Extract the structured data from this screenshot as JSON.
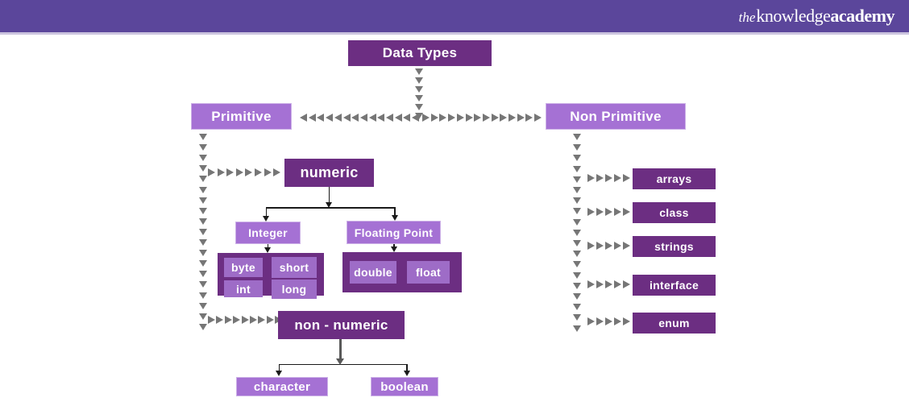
{
  "header": {
    "logo": {
      "the": "the",
      "knowledge": "knowledge",
      "academy": "academy"
    }
  },
  "colors": {
    "header_bg": "#5B469B",
    "header_border": "#CBC4DE",
    "box_dark": "#6C2E82",
    "box_light": "#A571D4",
    "box_inner": "#9E6CC7",
    "arrow_gray": "#767676",
    "connector_black": "#1A1A1A",
    "connector_gray": "#595959",
    "text": "#FFFFFF",
    "canvas": "#FFFFFF"
  },
  "nodes": {
    "data_types": "Data Types",
    "primitive": "Primitive",
    "non_primitive": "Non Primitive",
    "numeric": "numeric",
    "integer": "Integer",
    "floating_point": "Floating Point",
    "byte": "byte",
    "short": "short",
    "int": "int",
    "long": "long",
    "double": "double",
    "float": "float",
    "non_numeric": "non - numeric",
    "character": "character",
    "boolean": "boolean",
    "arrays": "arrays",
    "class": "class",
    "strings": "strings",
    "interface": "interface",
    "enum": "enum"
  },
  "connections": [
    {
      "from": "Data Types",
      "to": "Primitive"
    },
    {
      "from": "Data Types",
      "to": "Non Primitive"
    },
    {
      "from": "Primitive",
      "to": "numeric"
    },
    {
      "from": "Primitive",
      "to": "non - numeric"
    },
    {
      "from": "numeric",
      "to": "Integer"
    },
    {
      "from": "numeric",
      "to": "Floating Point"
    },
    {
      "from": "Integer",
      "to": "byte"
    },
    {
      "from": "Integer",
      "to": "short"
    },
    {
      "from": "Integer",
      "to": "int"
    },
    {
      "from": "Integer",
      "to": "long"
    },
    {
      "from": "Floating Point",
      "to": "double"
    },
    {
      "from": "Floating Point",
      "to": "float"
    },
    {
      "from": "non - numeric",
      "to": "character"
    },
    {
      "from": "non - numeric",
      "to": "boolean"
    },
    {
      "from": "Non Primitive",
      "to": "arrays"
    },
    {
      "from": "Non Primitive",
      "to": "class"
    },
    {
      "from": "Non Primitive",
      "to": "strings"
    },
    {
      "from": "Non Primitive",
      "to": "interface"
    },
    {
      "from": "Non Primitive",
      "to": "enum"
    }
  ]
}
